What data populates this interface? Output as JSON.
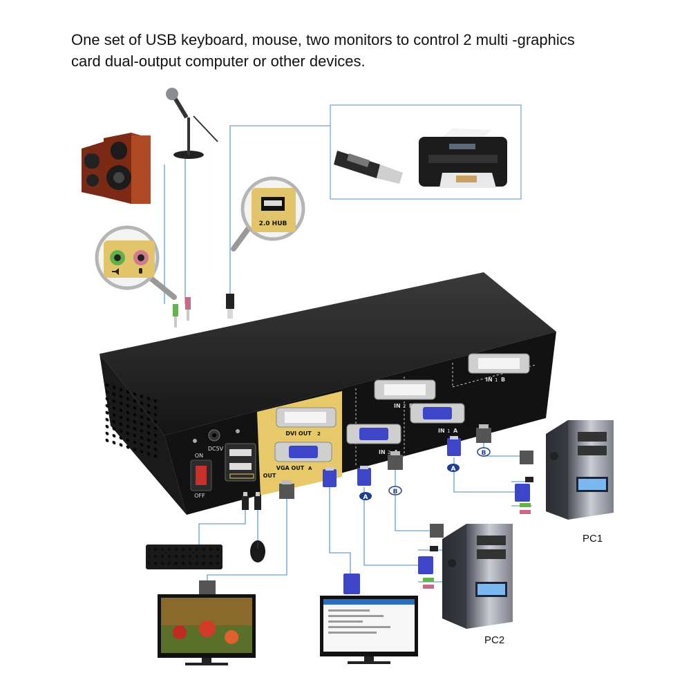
{
  "heading": {
    "line1": "One set of USB keyboard, mouse, two monitors to control 2 multi -graphics",
    "line2": "card dual-output computer or other devices."
  },
  "callouts": {
    "usb_hub": "2.0 HUB"
  },
  "device_panel": {
    "power_input": "DC5V",
    "switch_on": "ON",
    "switch_off": "OFF",
    "dvi_out": "DVI OUT",
    "dvi_out_num": "2",
    "vga_out": "VGA OUT",
    "vga_out_letter": "A",
    "out_label": "OUT",
    "in2b": "IN",
    "in2b_num": "2",
    "in2b_letter": "B",
    "in2a": "IN",
    "in2a_num": "2",
    "in2a_letter": "A",
    "in1b": "IN",
    "in1b_num": "1",
    "in1b_letter": "B",
    "in1a": "IN",
    "in1a_num": "1",
    "in1a_letter": "A"
  },
  "connector_badges": {
    "a_left": "A",
    "b_left": "B",
    "a_right": "A",
    "b_right": "B"
  },
  "computers": {
    "pc1": "PC1",
    "pc2": "PC2"
  },
  "colors": {
    "device_body": "#1b1b1b",
    "gold_panel": "#e8c96a",
    "vga_blue": "#3d46c8",
    "cable_line": "#7fb0d8",
    "audio_green": "#63b54a",
    "audio_pink": "#c86a86"
  }
}
